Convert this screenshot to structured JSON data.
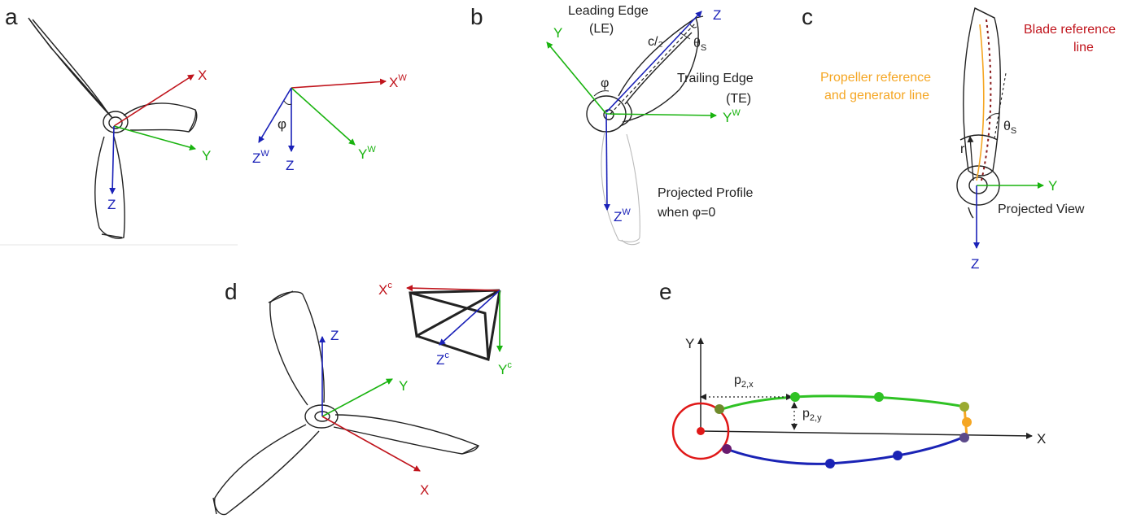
{
  "panels": {
    "a": {
      "label": "a",
      "axes": {
        "x": "X",
        "y": "Y",
        "z": "Z"
      },
      "world": {
        "x": "X",
        "x_sup": "W",
        "y": "Y",
        "y_sup": "W",
        "z": "Z",
        "z_sup": "W",
        "z2": "Z",
        "angle": "φ"
      }
    },
    "b": {
      "label": "b",
      "leading_edge": [
        "Leading Edge",
        "(LE)"
      ],
      "trailing_edge": [
        "Trailing Edge",
        "(TE)"
      ],
      "chord_fraction": "c/₂",
      "theta": "θ",
      "theta_sub": "S",
      "angle": "φ",
      "axes": {
        "y": "Y",
        "z": "Z",
        "yw": "Y",
        "yw_sup": "W",
        "zw": "Z",
        "zw_sup": "W"
      },
      "projected": [
        "Projected Profile",
        "when φ=0"
      ]
    },
    "c": {
      "label": "c",
      "blade_ref": [
        "Blade reference",
        "line"
      ],
      "prop_ref": [
        "Propeller reference",
        "and generator line"
      ],
      "theta": "θ",
      "theta_sub": "S",
      "radius": "r",
      "axes": {
        "y": "Y",
        "z": "Z"
      },
      "projected_view": "Projected View"
    },
    "d": {
      "label": "d",
      "axes": {
        "x": "X",
        "y": "Y",
        "z": "Z"
      },
      "camera": {
        "x": "X",
        "x_sup": "c",
        "y": "Y",
        "y_sup": "c",
        "z": "Z",
        "z_sup": "c"
      }
    },
    "e": {
      "label": "e",
      "axes": {
        "x": "X",
        "y": "Y"
      },
      "p2x": "p",
      "p2x_sub": "2,x",
      "p2y": "p",
      "p2y_sub": "2,y"
    }
  },
  "colors": {
    "red": "#c0141c",
    "green": "#19b30f",
    "blue": "#1a21b8",
    "orange": "#f5a623",
    "dark_red": "#8b1a1a",
    "black": "#222222",
    "curve_green": "#2fc224",
    "curve_blue": "#1a23b5",
    "circle_red": "#e01818"
  }
}
